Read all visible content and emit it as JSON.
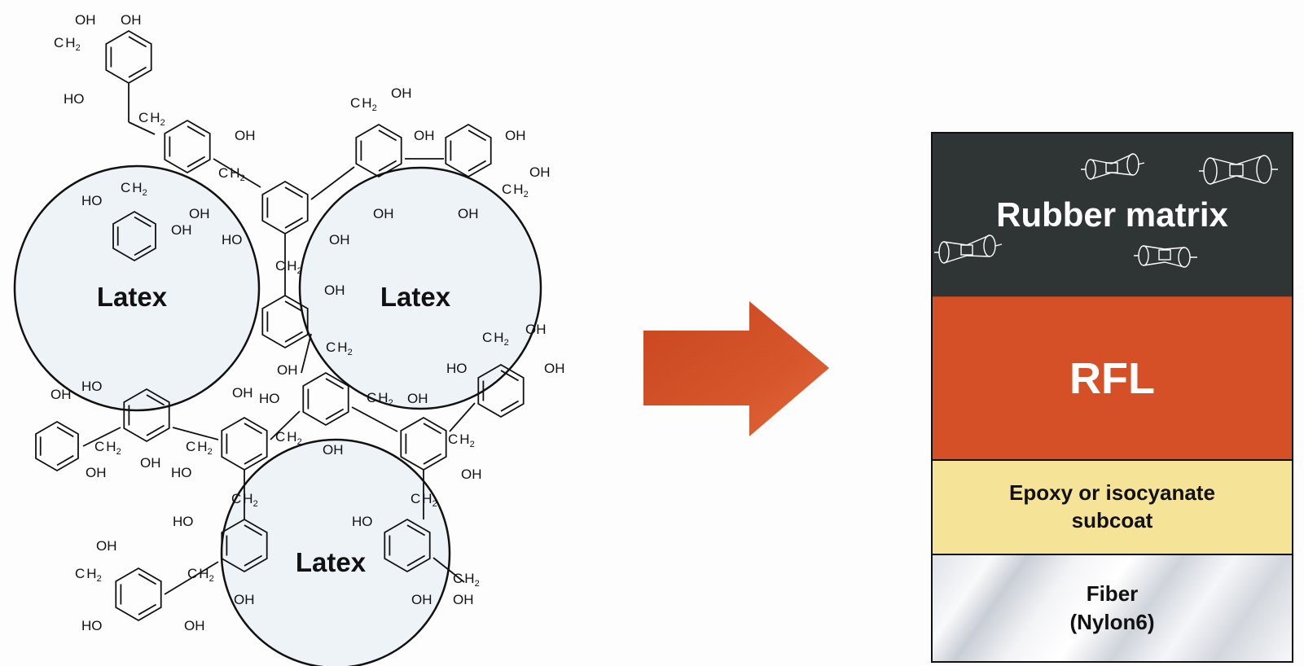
{
  "chemistry": {
    "latex_label": "Latex",
    "groups": {
      "oh": "OH",
      "ho": "HO",
      "c": "C",
      "h": "H",
      "h2_sub": "2"
    }
  },
  "arrow": {
    "color": "#d6552a"
  },
  "layers": {
    "rubber": {
      "label": "Rubber matrix",
      "color": "#2f3535"
    },
    "rfl": {
      "label": "RFL",
      "color": "#d55026"
    },
    "epoxy": {
      "line1": "Epoxy or isocyanate",
      "line2": "subcoat",
      "color": "#f5e497"
    },
    "fiber": {
      "line1": "Fiber",
      "line2": "(Nylon6)"
    }
  }
}
